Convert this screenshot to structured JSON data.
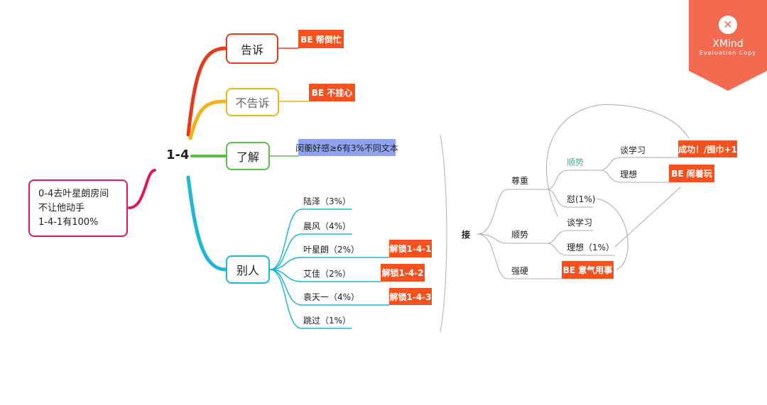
{
  "root": {
    "lines": [
      "0-4去叶星朗房间",
      "不让他动手",
      "1-4-1有100%"
    ]
  },
  "center": "1-4",
  "branches": {
    "tell": {
      "label": "告诉",
      "result": "BE 帮倒忙"
    },
    "not_tell": {
      "label": "不告诉",
      "result": "BE 不挂心"
    },
    "understand": {
      "label": "了解",
      "note": "闵蘅好感≥6有3%不同文本"
    },
    "others": {
      "label": "别人",
      "items": [
        {
          "label": "陆泽（3%）"
        },
        {
          "label": "晨风（4%）"
        },
        {
          "label": "叶星朗（2%）",
          "unlock": "解锁1-4-1"
        },
        {
          "label": "艾佳（2%）",
          "unlock": "解锁1-4-2"
        },
        {
          "label": "袁天一（4%）",
          "unlock": "解锁1-4-3"
        },
        {
          "label": "跳过（1%）"
        }
      ]
    }
  },
  "sub": {
    "root": "接",
    "respect": "尊重",
    "go_along_1": "顺势",
    "talk_study_1": "谈学习",
    "success": "成功！/围巾+1",
    "ideal_1": "理想",
    "be_play": "BE 闹着玩",
    "retort": "怼(1%)",
    "go_along_2": "顺势",
    "talk_study_2": "谈学习",
    "ideal_2": "理想（1%）",
    "tough": "强硬",
    "be_impulse": "BE 意气用事"
  },
  "badge": {
    "brand": "XMind",
    "subtitle": "Evaluation Copy"
  },
  "colors": {
    "red": "#e53a1e",
    "orange": "#f2b316",
    "green": "#5cbf4a",
    "cyan": "#1cb8d8",
    "pink": "#e0185a",
    "tag": "#f4511e",
    "note": "#8ea2f0",
    "badge": "#f26a50"
  }
}
